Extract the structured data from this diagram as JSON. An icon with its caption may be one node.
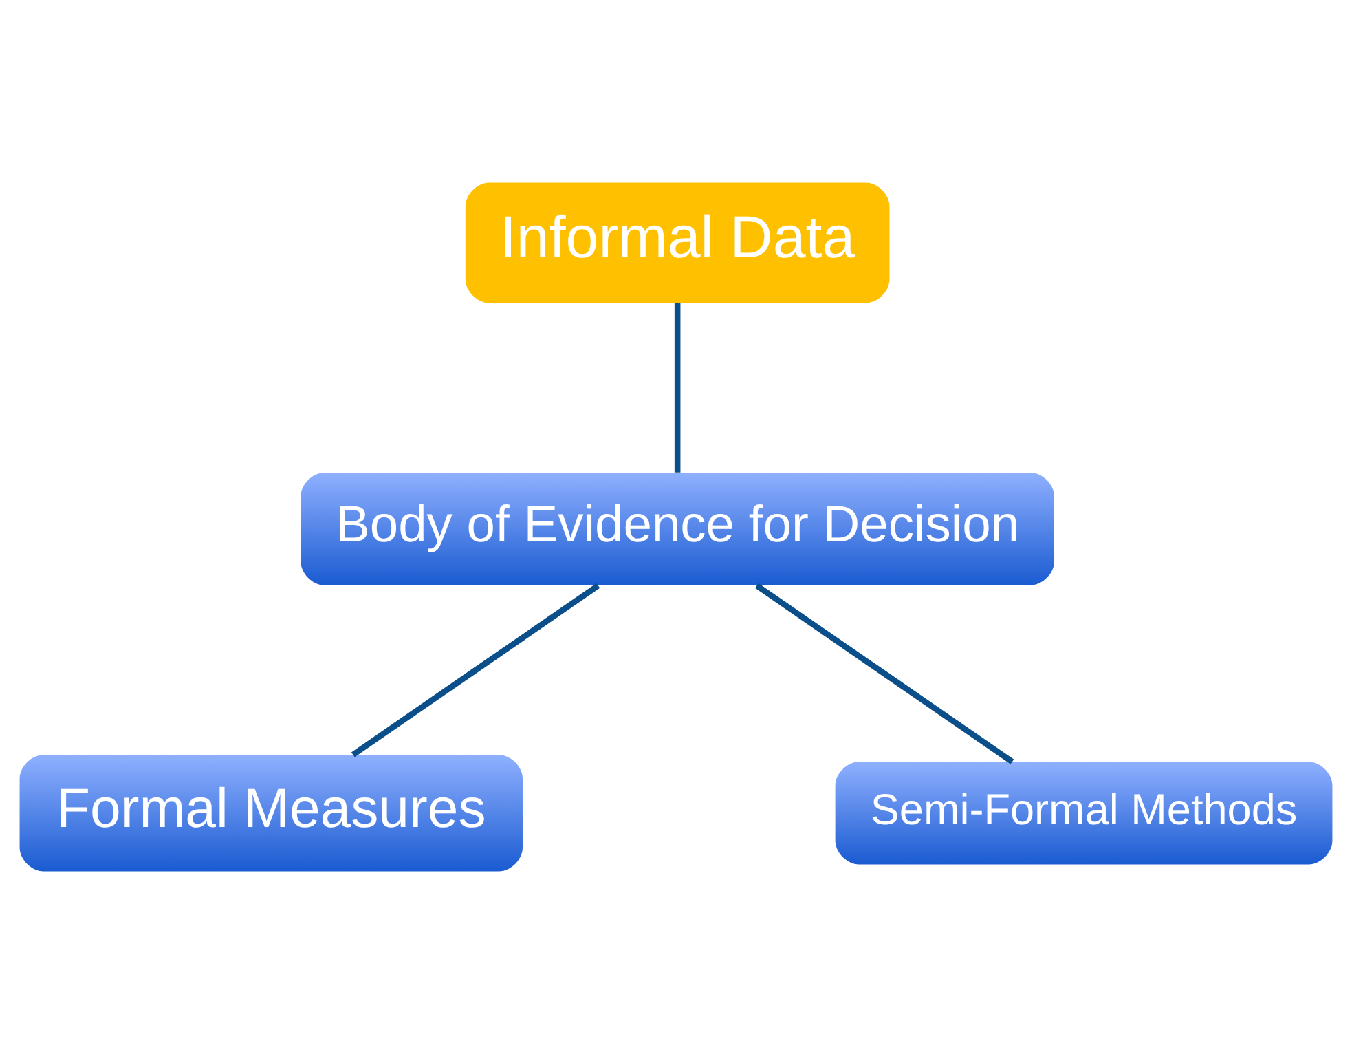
{
  "diagram": {
    "nodes": [
      {
        "text": [
          "Informal Data"
        ]
      },
      {
        "text": [
          "Body of Evidence for Decision"
        ]
      },
      {
        "text": [
          "Formal Measures"
        ]
      },
      {
        "text": [
          "Semi-Formal Methods"
        ]
      }
    ],
    "edges": [
      {
        "from": 0,
        "to": 1,
        "arrow": "none"
      },
      {
        "from": 1,
        "to": 2,
        "arrow": "none"
      },
      {
        "from": 1,
        "to": 3,
        "arrow": "none"
      }
    ]
  }
}
